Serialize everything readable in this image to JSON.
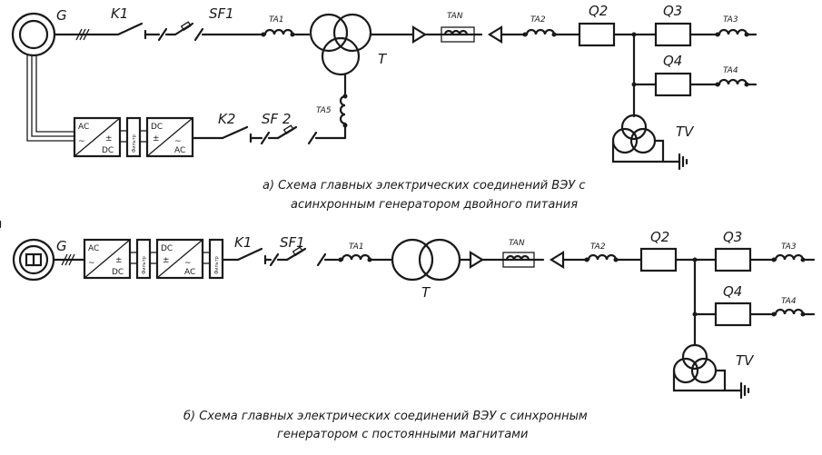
{
  "labels": {
    "generator": "G",
    "breaker1": "K1",
    "breaker2": "K2",
    "switch1": "SF1",
    "switch2": "SF 2",
    "ta1": "TA1",
    "tan": "TAN",
    "ta2": "TA2",
    "ta3": "TA3",
    "ta4": "TA4",
    "ta5": "TA5",
    "transformer": "T",
    "q2": "Q2",
    "q3": "Q3",
    "q4": "Q4",
    "tv": "TV"
  },
  "converter": {
    "ac": "AC",
    "dc": "DC",
    "tilde": "~",
    "plusminus": "±",
    "filter": "Фильтр"
  },
  "captions": {
    "a_line1": "а) Схема главных электрических соединений ВЭУ с",
    "a_line2": "асинхронным генератором двойного питания",
    "b_line1": "б) Схема главных электрических соединений ВЭУ с синхронным",
    "b_line2": "генератором с постоянными магнитами"
  }
}
